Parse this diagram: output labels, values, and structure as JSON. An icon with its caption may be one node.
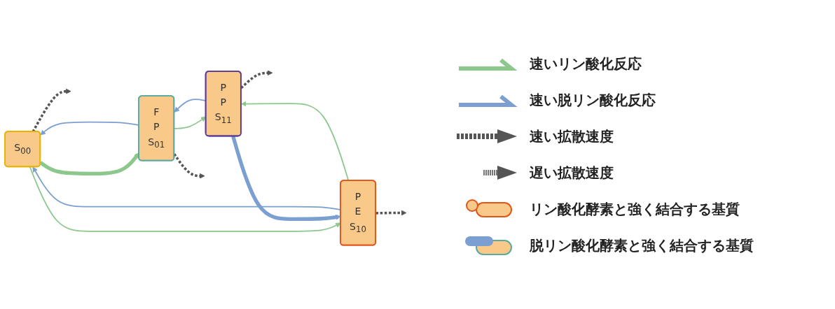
{
  "diagram": {
    "nodes": [
      {
        "text": [
          "S$_{00}$"
        ]
      },
      {
        "text": [
          "F",
          "P",
          "S$_{01}$"
        ]
      },
      {
        "text": [
          "P",
          "P",
          "S$_{11}$"
        ]
      },
      {
        "text": [
          "P",
          "E",
          "S$_{10}$"
        ]
      }
    ],
    "edges": [
      {
        "from": 0,
        "to": 1,
        "arrow": "to",
        "style": "thick",
        "color": "#8cc88c"
      },
      {
        "from": 1,
        "to": 0,
        "arrow": "to",
        "color": "#7b9fd0"
      },
      {
        "from": 1,
        "to": 2,
        "arrow": "to",
        "color": "#8cc88c"
      },
      {
        "from": 2,
        "to": 1,
        "arrow": "to",
        "color": "#7b9fd0"
      },
      {
        "from": 0,
        "to": 3,
        "arrow": "to",
        "color": "#8cc88c"
      },
      {
        "from": 3,
        "to": 0,
        "arrow": "to",
        "color": "#7b9fd0"
      },
      {
        "from": 3,
        "to": 2,
        "arrow": "to",
        "color": "#8cc88c"
      },
      {
        "from": 2,
        "to": 3,
        "arrow": "to",
        "style": "thick",
        "color": "#7b9fd0"
      },
      {
        "from": 0,
        "to": null,
        "arrow": "to",
        "style": "dashed",
        "color": "#555555"
      },
      {
        "from": 1,
        "to": null,
        "arrow": "to",
        "style": "dashed",
        "color": "#555555"
      },
      {
        "from": 2,
        "to": null,
        "arrow": "to",
        "style": "dashed",
        "color": "#555555"
      },
      {
        "from": 3,
        "to": null,
        "arrow": "to",
        "style": "dashed",
        "color": "#555555"
      }
    ],
    "legend": [
      {
        "text": "速いリン酸化反応"
      },
      {
        "text": "速い脱リン酸化反応"
      },
      {
        "text": "速い拡散速度"
      },
      {
        "text": "遅い拡散速度"
      },
      {
        "text": "リン酸化酵素と強く結合する基質"
      },
      {
        "text": "脱リン酸化酵素と強く結合する基質"
      }
    ]
  }
}
